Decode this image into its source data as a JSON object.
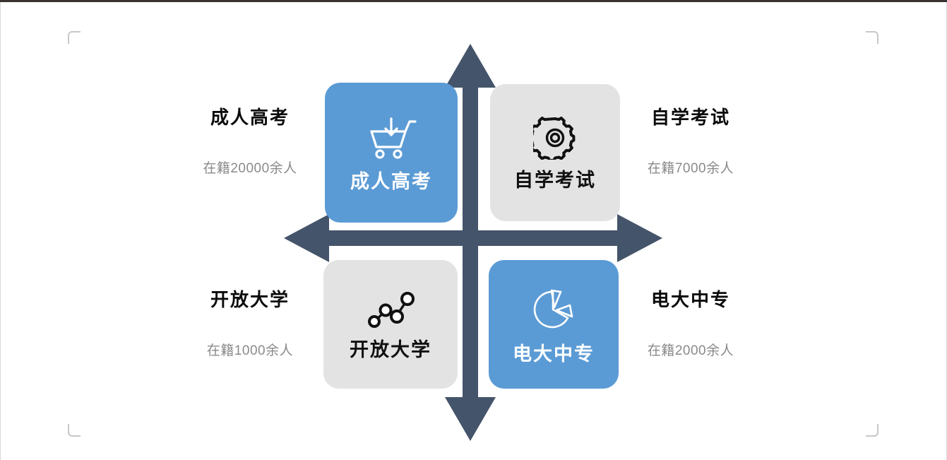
{
  "page": {
    "background": "#ffffff",
    "accent_blue": "#5b9bd5",
    "tile_gray": "#e3e3e3",
    "axis_color": "#44546a",
    "caption_title_color": "#0b0b0b",
    "caption_sub_color": "#8a8a8a"
  },
  "quadrants": [
    {
      "position": "top-left",
      "tile_label": "成人高考",
      "tile_style": "blue",
      "icon": "shopping-cart-download-icon",
      "caption_title": "成人高考",
      "caption_sub": "在籍20000余人",
      "caption_side": "left"
    },
    {
      "position": "top-right",
      "tile_label": "自学考试",
      "tile_style": "gray",
      "icon": "gear-icon",
      "caption_title": "自学考试",
      "caption_sub": "在籍7000余人",
      "caption_side": "right"
    },
    {
      "position": "bottom-left",
      "tile_label": "开放大学",
      "tile_style": "gray",
      "icon": "node-network-icon",
      "caption_title": "开放大学",
      "caption_sub": "在籍1000余人",
      "caption_side": "left"
    },
    {
      "position": "bottom-right",
      "tile_label": "电大中专",
      "tile_style": "blue",
      "icon": "pie-chart-icon",
      "caption_title": "电大中专",
      "caption_sub": "在籍2000余人",
      "caption_side": "right"
    }
  ],
  "axes": {
    "vertical_arrow": "double-headed-vertical-arrow",
    "horizontal_arrow": "double-headed-horizontal-arrow"
  }
}
